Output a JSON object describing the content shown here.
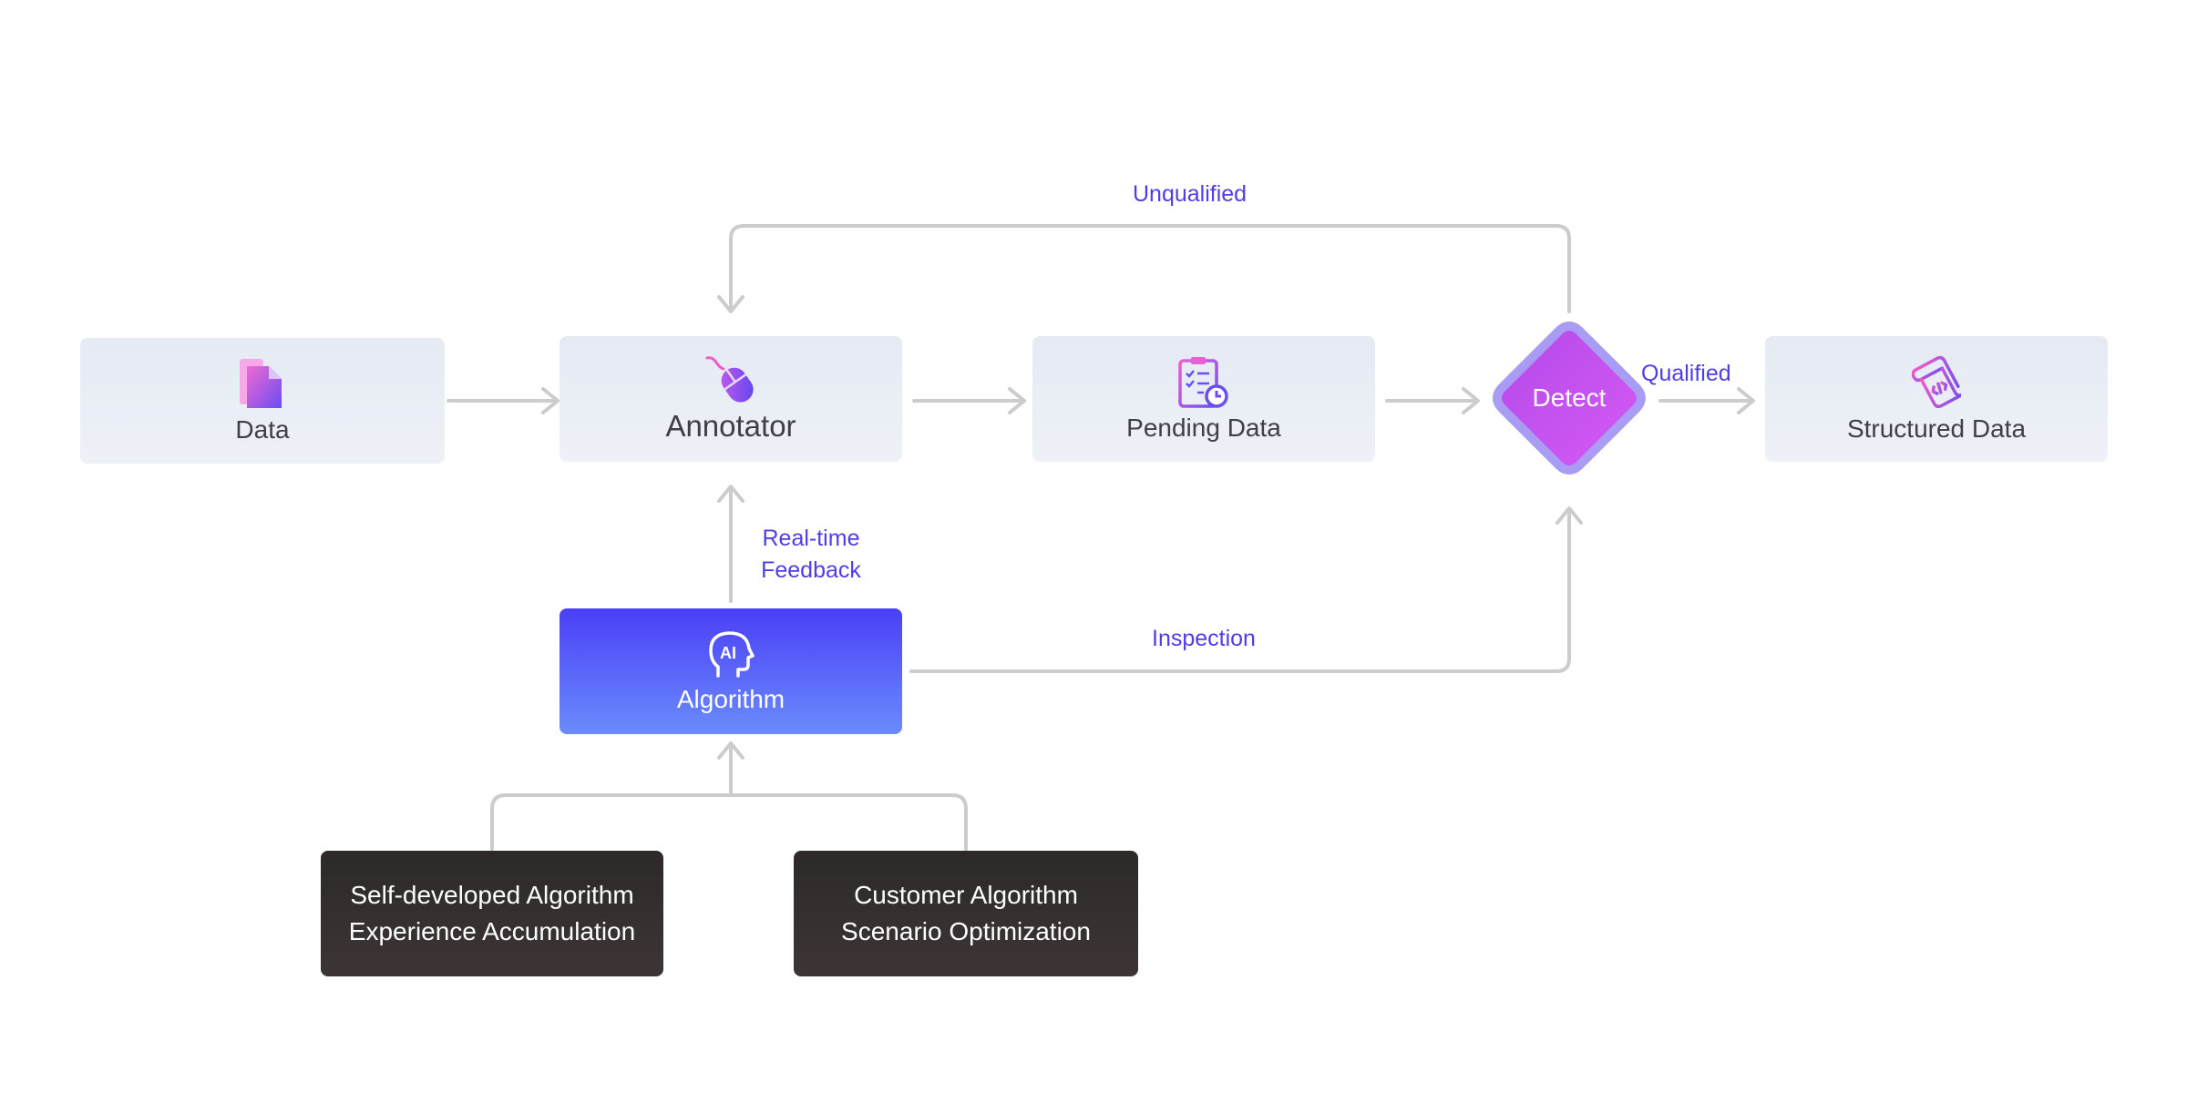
{
  "nodes": {
    "data": "Data",
    "annotator": "Annotator",
    "pending_data": "Pending Data",
    "detect": "Detect",
    "structured_data": "Structured Data",
    "algorithm": "Algorithm",
    "self_developed": [
      "Self-developed Algorithm",
      "Experience Accumulation"
    ],
    "customer": [
      "Customer Algorithm",
      "Scenario Optimization"
    ]
  },
  "edges": {
    "unqualified": "Unqualified",
    "qualified": "Qualified",
    "realtime": [
      "Real-time",
      "Feedback"
    ],
    "inspection": "Inspection"
  },
  "icons": {
    "data": "document-stack-icon",
    "annotator": "mouse-icon",
    "pending_data": "clipboard-clock-icon",
    "structured_data": "scroll-code-icon",
    "algorithm": "ai-head-icon"
  },
  "colors": {
    "edge_label": "#4f3ee6",
    "connector": "#cccccc",
    "light_node": "#e8ecf4",
    "algorithm_top": "#4b3ff7",
    "algorithm_bottom": "#6a8cfb",
    "dark_node": "#332e2e",
    "detect_fill": "#c04cf0",
    "detect_border": "#a99cf4"
  }
}
